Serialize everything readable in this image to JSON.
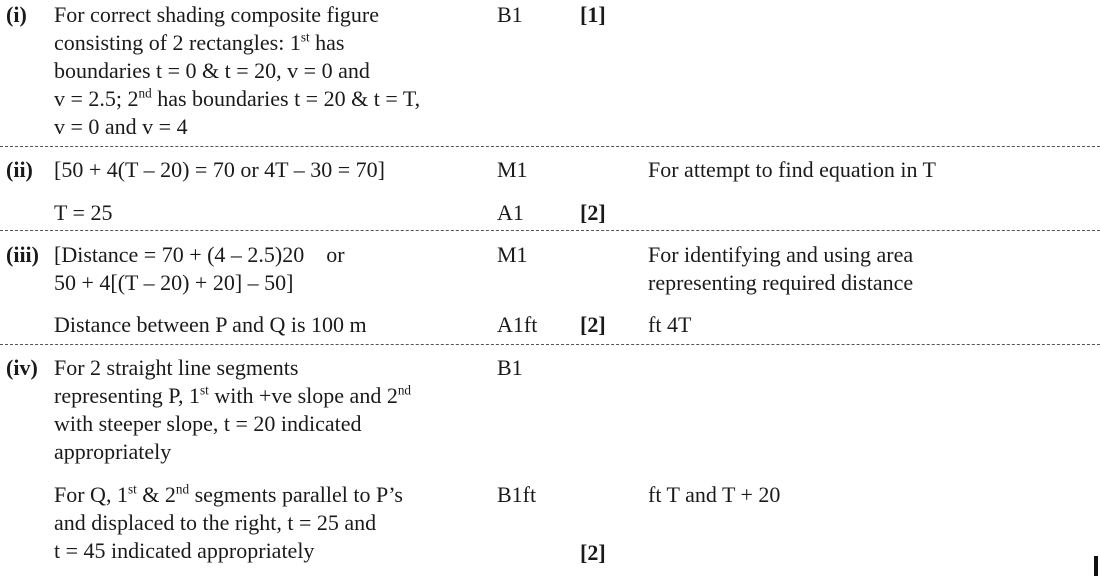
{
  "part_i": {
    "label": "(i)",
    "l1": "For correct shading composite figure",
    "l2a": "consisting of 2 rectangles: 1",
    "l2sup": "st",
    "l2b": " has",
    "l3": "boundaries t = 0 & t = 20, v = 0 and",
    "l4a": "v = 2.5; 2",
    "l4sup": "nd",
    "l4b": " has boundaries t = 20 & t = T,",
    "l5": "v = 0 and v = 4",
    "mark": "B1",
    "total": "[1]"
  },
  "part_ii": {
    "label": "(ii)",
    "r1_text": "[50 + 4(T – 20) = 70 or 4T – 30 = 70]",
    "r1_mark": "M1",
    "r1_note": "For attempt to find equation in T",
    "r2_text": "T = 25",
    "r2_mark": "A1",
    "r2_total": "[2]"
  },
  "part_iii": {
    "label": "(iii)",
    "l1a": "[Distance = 70 + (4 – 2.5)20",
    "l1b": "or",
    "l2": "50 + 4[(T – 20) + 20] – 50]",
    "r1_mark": "M1",
    "note1": "For identifying and using area",
    "note2": "representing required distance",
    "r2_text": "Distance between P and Q is 100 m",
    "r2_mark": "A1ft",
    "r2_total": "[2]",
    "r2_note": "ft 4T"
  },
  "part_iv": {
    "label": "(iv)",
    "p1": "For 2 straight line segments",
    "p2a": "representing P, 1",
    "p2sup1": "st",
    "p2b": " with +ve slope and 2",
    "p2sup2": "nd",
    "p3": "with steeper slope, t = 20 indicated",
    "p4": "appropriately",
    "p_mark": "B1",
    "q1a": "For Q, 1",
    "q1sup1": "st",
    "q1b": " & 2",
    "q1sup2": "nd",
    "q1c": " segments parallel to P’s",
    "q2": "and displaced to the right, t = 25 and",
    "q3": "t = 45 indicated appropriately",
    "q_mark": "B1ft",
    "q_note": "ft T and T + 20",
    "total": "[2]"
  }
}
